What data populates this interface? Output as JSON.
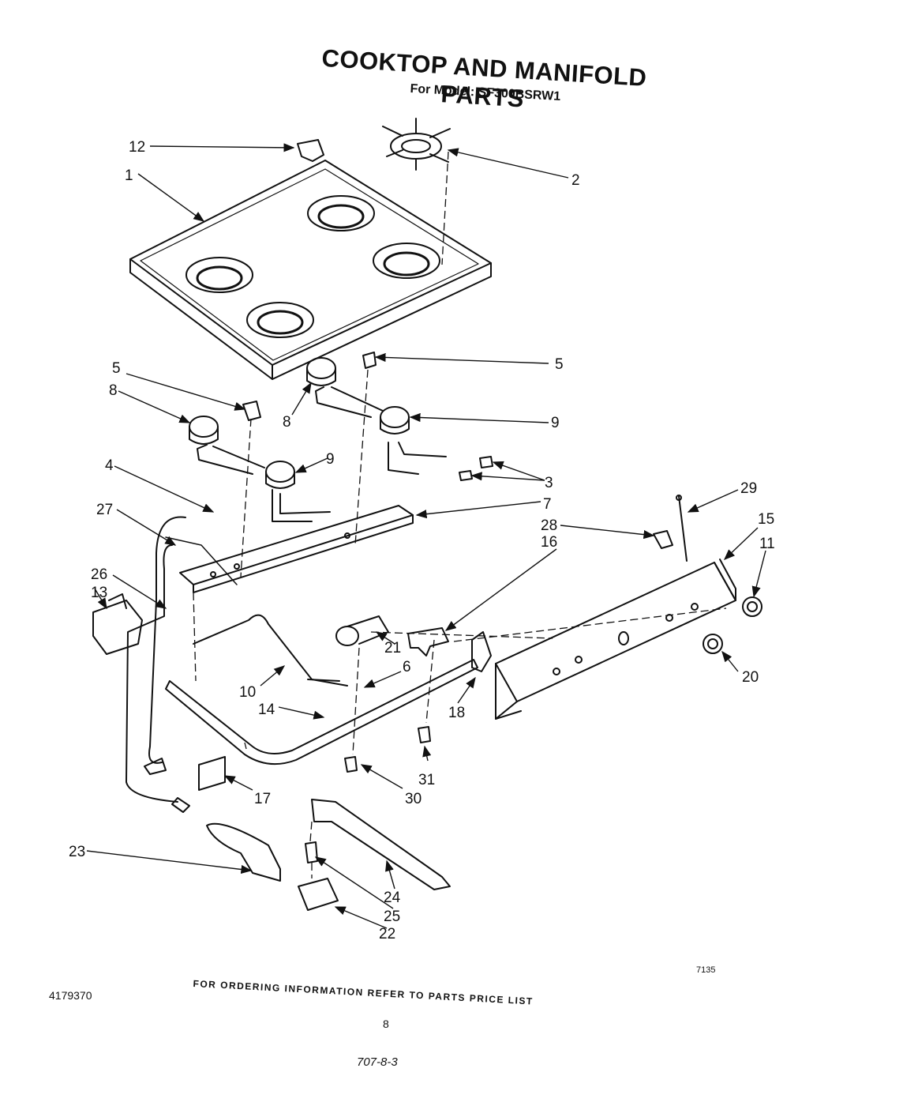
{
  "title": "COOKTOP AND MANIFOLD PARTS",
  "subtitle": "For Model: SF300BSRW1",
  "footer_note": "FOR ORDERING INFORMATION REFER TO PARTS PRICE LIST",
  "document_number": "4179370",
  "page_number": "8",
  "handwritten_code": "707-8-3",
  "small_code": "7135",
  "callouts": [
    {
      "id": "c12",
      "label": "12"
    },
    {
      "id": "c1",
      "label": "1"
    },
    {
      "id": "c2",
      "label": "2"
    },
    {
      "id": "c5a",
      "label": "5"
    },
    {
      "id": "c5b",
      "label": "5"
    },
    {
      "id": "c8a",
      "label": "8"
    },
    {
      "id": "c8b",
      "label": "8"
    },
    {
      "id": "c9a",
      "label": "9"
    },
    {
      "id": "c9b",
      "label": "9"
    },
    {
      "id": "c3",
      "label": "3"
    },
    {
      "id": "c4",
      "label": "4"
    },
    {
      "id": "c7",
      "label": "7"
    },
    {
      "id": "c27",
      "label": "27"
    },
    {
      "id": "c29",
      "label": "29"
    },
    {
      "id": "c28",
      "label": "28"
    },
    {
      "id": "c15",
      "label": "15"
    },
    {
      "id": "c16",
      "label": "16"
    },
    {
      "id": "c11",
      "label": "11"
    },
    {
      "id": "c26",
      "label": "26"
    },
    {
      "id": "c13",
      "label": "13"
    },
    {
      "id": "c21",
      "label": "21"
    },
    {
      "id": "c6",
      "label": "6"
    },
    {
      "id": "c20",
      "label": "20"
    },
    {
      "id": "c10",
      "label": "10"
    },
    {
      "id": "c14",
      "label": "14"
    },
    {
      "id": "c18",
      "label": "18"
    },
    {
      "id": "c31",
      "label": "31"
    },
    {
      "id": "c30",
      "label": "30"
    },
    {
      "id": "c17",
      "label": "17"
    },
    {
      "id": "c23",
      "label": "23"
    },
    {
      "id": "c24",
      "label": "24"
    },
    {
      "id": "c25",
      "label": "25"
    },
    {
      "id": "c22",
      "label": "22"
    }
  ]
}
